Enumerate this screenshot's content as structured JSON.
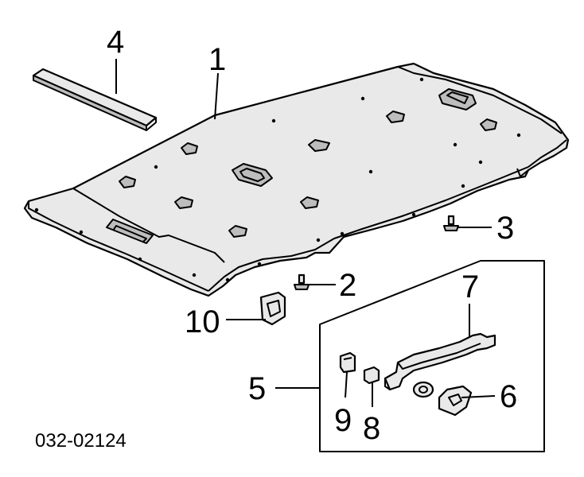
{
  "diagram": {
    "callouts": [
      {
        "label": "1",
        "part": "headliner"
      },
      {
        "label": "2",
        "part": "clip"
      },
      {
        "label": "3",
        "part": "clip"
      },
      {
        "label": "4",
        "part": "pad"
      },
      {
        "label": "5",
        "part": "grab-handle-assembly"
      },
      {
        "label": "6",
        "part": "bracket"
      },
      {
        "label": "7",
        "part": "grab-handle"
      },
      {
        "label": "8",
        "part": "cap"
      },
      {
        "label": "9",
        "part": "cover"
      },
      {
        "label": "10",
        "part": "clip"
      }
    ],
    "part_number": "032-02124",
    "colors": {
      "line": "#000000",
      "fill": "#e9e9e9",
      "shade": "#bdbdbd"
    }
  }
}
